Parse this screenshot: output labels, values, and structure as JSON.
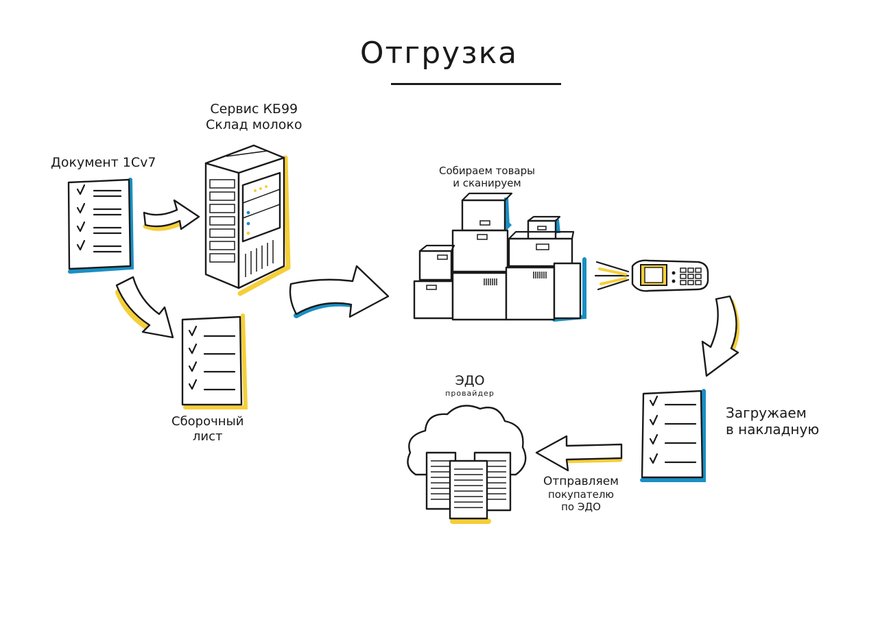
{
  "title": "Отгрузка",
  "nodes": {
    "document": {
      "label": "Документ 1Cv7"
    },
    "service": {
      "line1": "Сервис КБ99",
      "line2": "Склад молоко"
    },
    "collect": {
      "line1": "Собираем товары",
      "line2": "и сканируем"
    },
    "picking_sheet": {
      "line1": "Сборочный",
      "line2": "лист"
    },
    "edo": {
      "line1": "ЭДО",
      "line2": "провайдер"
    },
    "invoice": {
      "line1": "Загружаем",
      "line2": "в накладную"
    },
    "send": {
      "line1": "Отправляем",
      "line2": "покупателю",
      "line3": "по ЭДО"
    }
  },
  "colors": {
    "ink": "#1a1a1a",
    "accent_yellow": "#f5cf3a",
    "accent_blue": "#1a8fc4",
    "paper": "#ffffff"
  },
  "icons": [
    "checklist-document-icon",
    "server-rack-icon",
    "boxes-icon",
    "barcode-scanner-icon",
    "cloud-servers-icon",
    "arrow-icon"
  ]
}
